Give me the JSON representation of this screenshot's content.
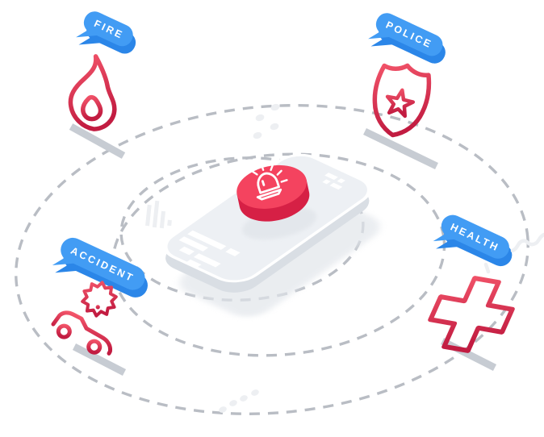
{
  "illustration": {
    "description": "Isometric emergency panic-button phone illustration with service categories",
    "labels": {
      "fire": "FIRE",
      "police": "POLICE",
      "accident": "ACCIDENT",
      "health": "HEALTH"
    },
    "icons": {
      "fire": "flame-icon",
      "police": "badge-star-icon",
      "accident": "car-crash-icon",
      "health": "medical-cross-icon",
      "button": "siren-icon",
      "signal": "signal-bars-icon"
    }
  },
  "colors": {
    "bubble_top": "#429CF4",
    "bubble_side": "#2B86E8",
    "red_light": "#F4566B",
    "red_dark": "#C21C41",
    "button_top": "#F4435F",
    "button_side": "#D62045",
    "phone_face": "#EDF0F4",
    "phone_side": "#D9DEE4",
    "shadow": "#E2E6EB",
    "dash": "#B9BDC4",
    "platform": "#C7CCD3",
    "white_decor": "#EDEFF2",
    "label_text": "#FFFFFF"
  }
}
